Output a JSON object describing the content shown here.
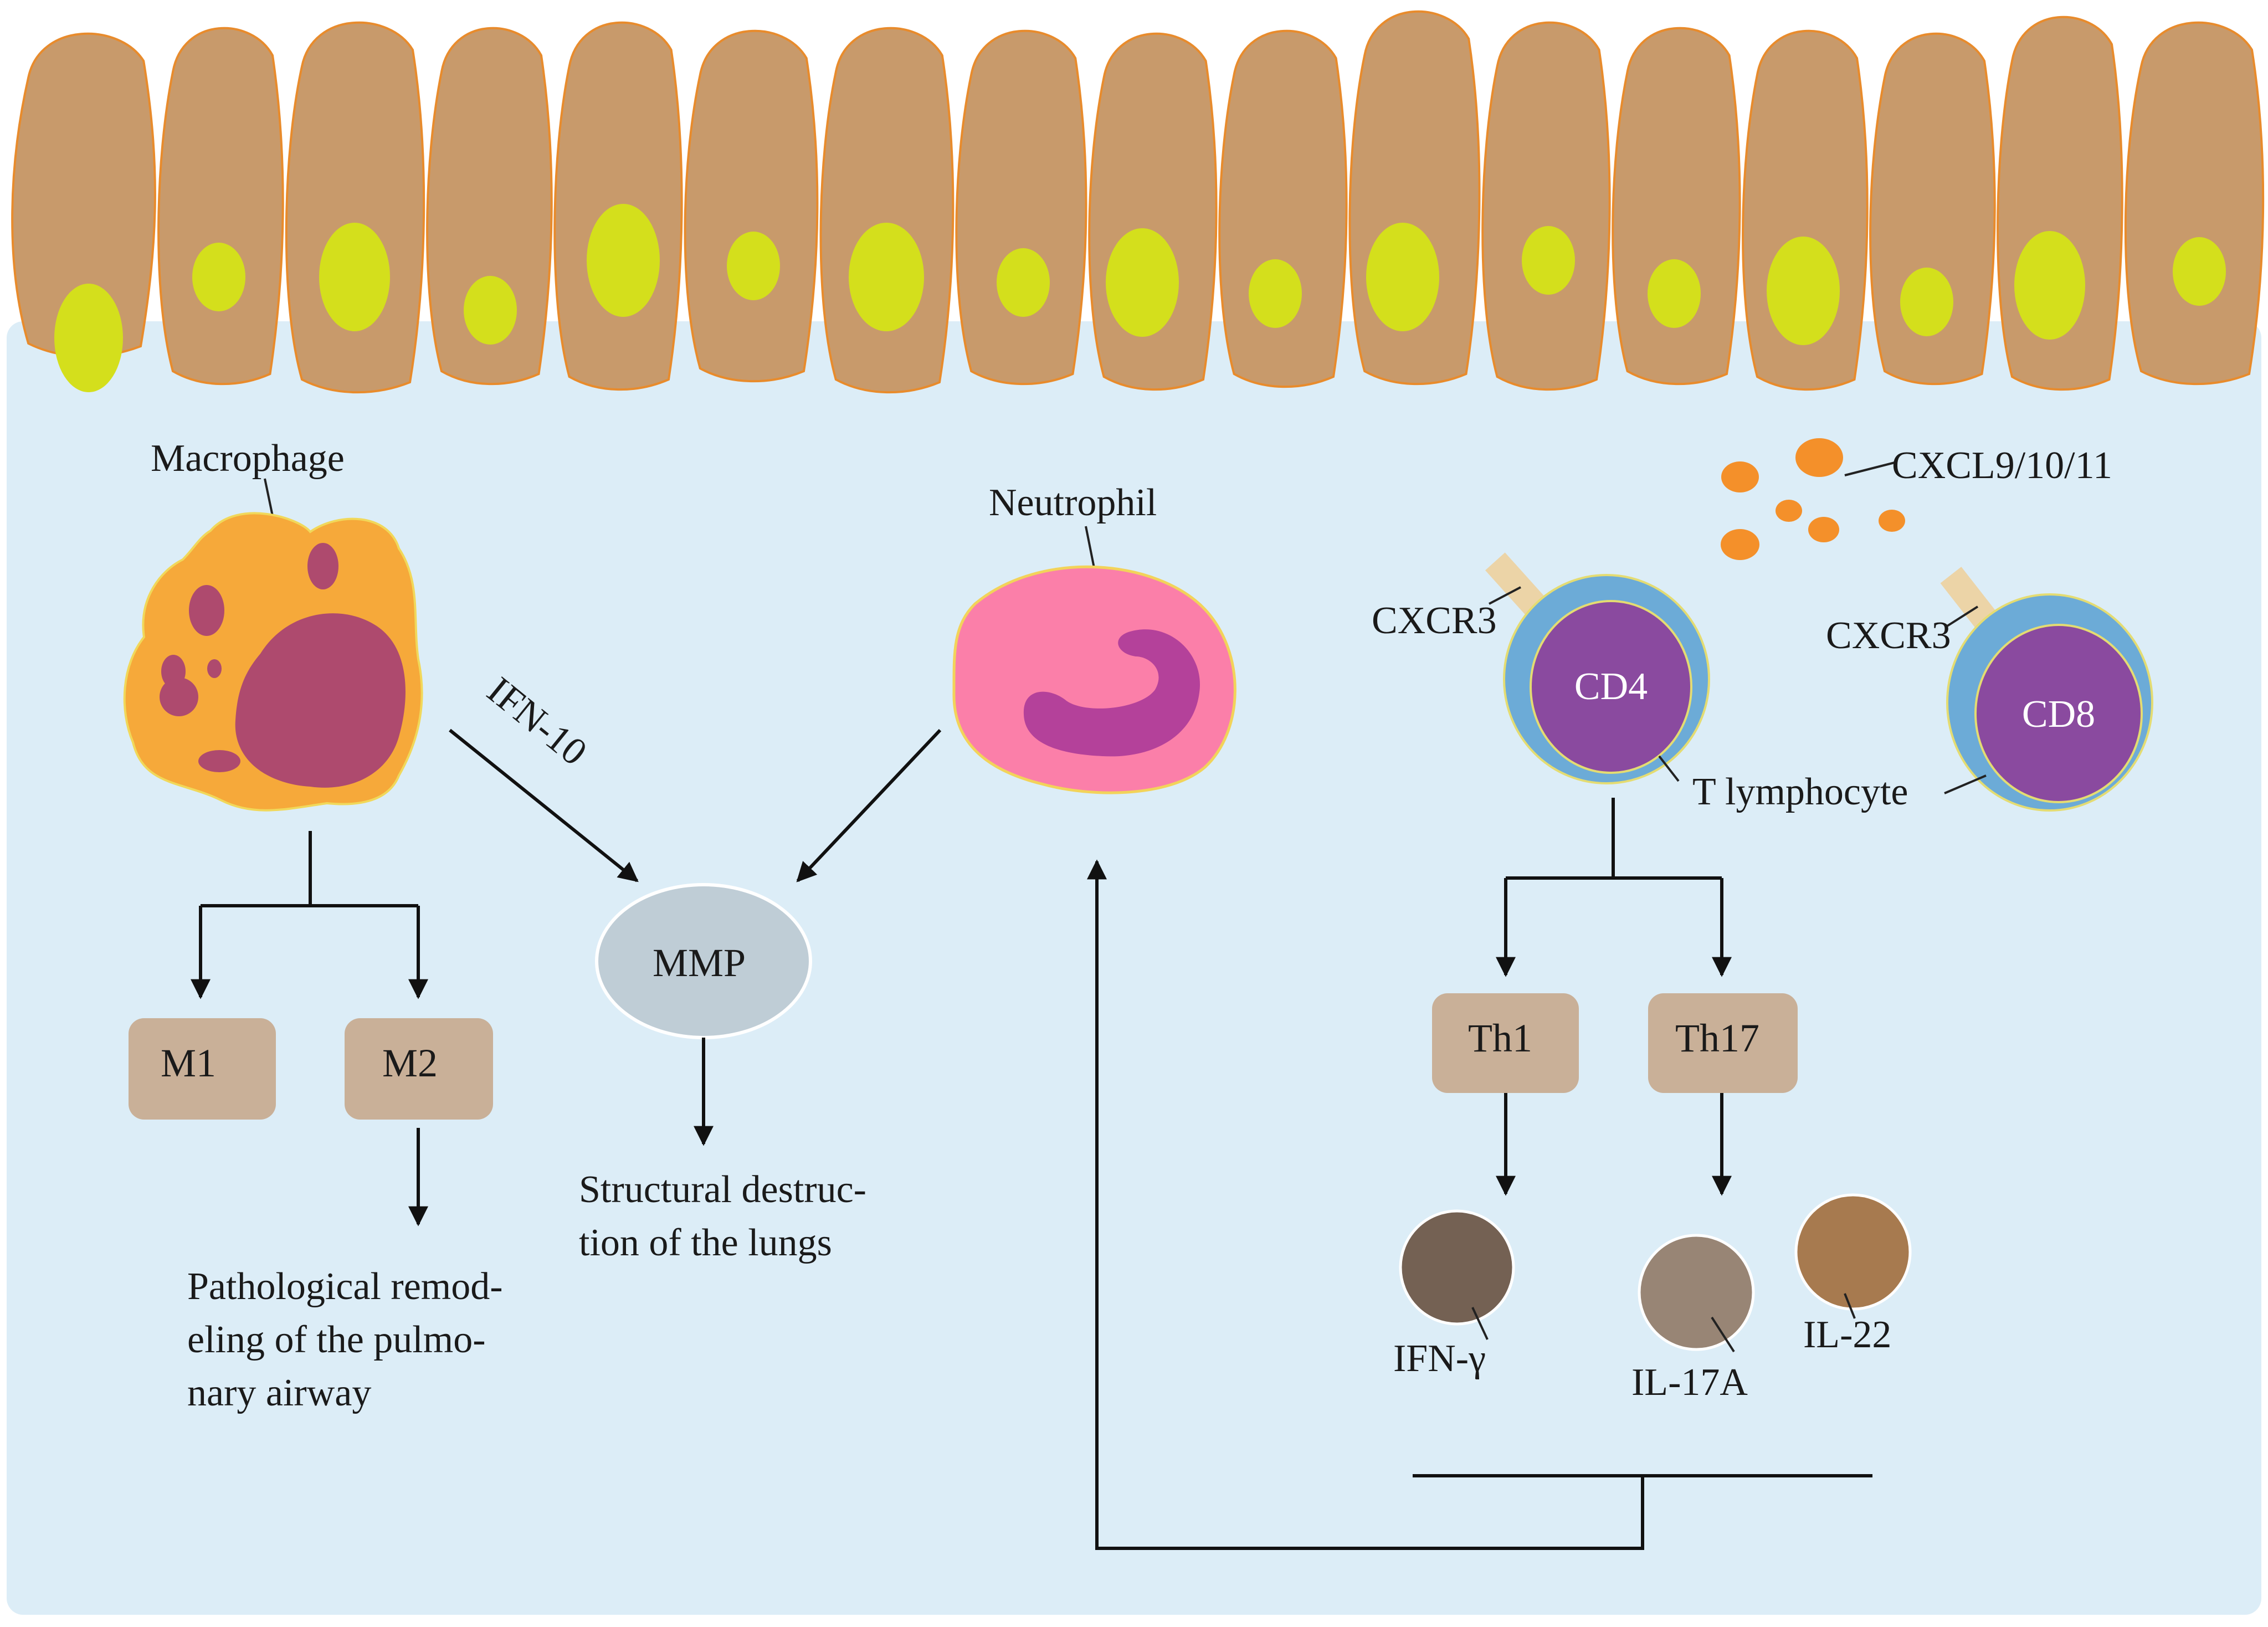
{
  "labels": {
    "macrophage": "Macrophage",
    "neutrophil": "Neutrophil",
    "cxcl": "CXCL9/10/11",
    "cxcr3_cd4": "CXCR3",
    "cxcr3_cd8": "CXCR3",
    "cd4": "CD4",
    "cd8": "CD8",
    "t_lymphocyte": "T lymphocyte",
    "ifn10": "IFN-10",
    "mmp": "MMP",
    "m1": "M1",
    "m2": "M2",
    "th1": "Th1",
    "th17": "Th17",
    "ifn_gamma": "IFN-γ",
    "il17a": "IL-17A",
    "il22": "IL-22"
  },
  "outcomes": {
    "structural": [
      "Structural destruc-",
      "tion of the lungs"
    ],
    "pathological": [
      "Pathological remod-",
      "eling of the pulmo-",
      "nary airway"
    ]
  },
  "colors": {
    "background": "#dcedf7",
    "epithelium": "#c89a6b",
    "epithelium_edge": "#e88b2c",
    "nucleus": "#d4df1c",
    "macrophage": "#f6a93a",
    "macrophage_nucleus": "#ae4a6e",
    "neutrophil": "#fb7fa9",
    "neutrophil_nucleus": "#b4419a",
    "lymph_outer": "#6cabd7",
    "lymph_inner": "#8a4a9f",
    "receptor": "#ecd4a7",
    "chemokine": "#f4902a",
    "box": "#c9b098",
    "mmp": "#bfcdd6",
    "ifn_gamma": "#746153",
    "il17a": "#988575",
    "il22": "#a77a4f"
  }
}
